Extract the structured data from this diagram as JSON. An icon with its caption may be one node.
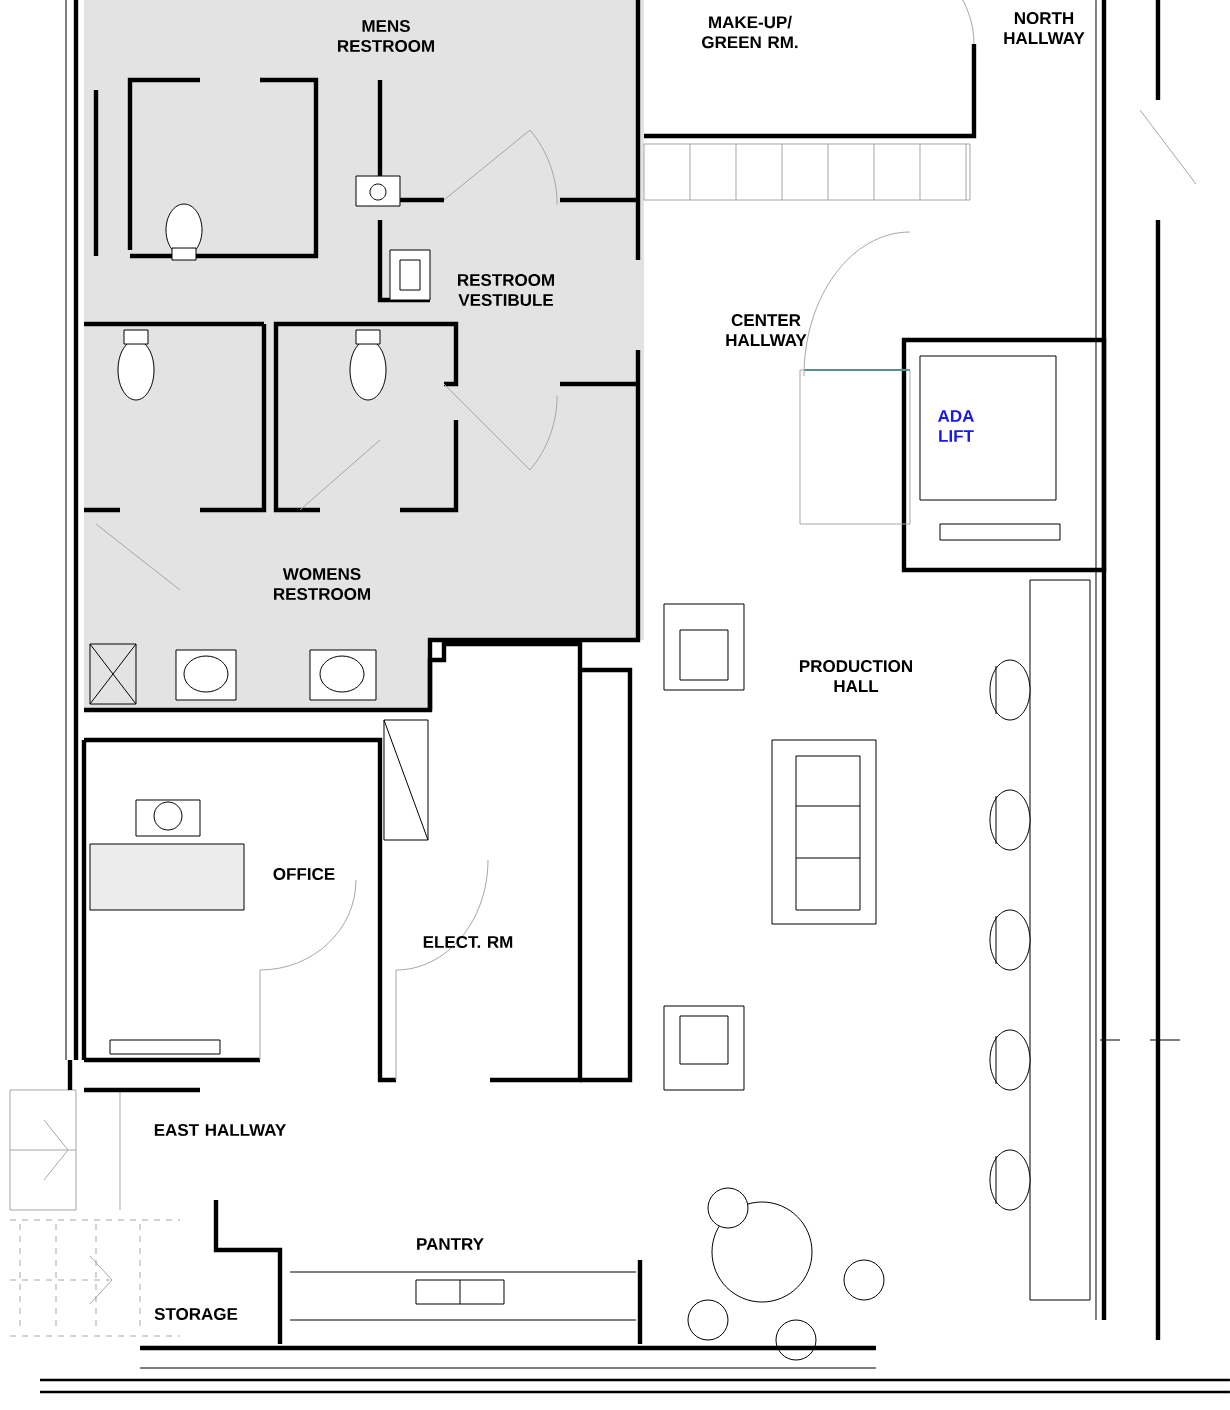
{
  "diagram": {
    "labels": [
      "MENS RESTROOM",
      "MAKE-UP/ GREEN RM.",
      "NORTH HALLWAY",
      "RESTROOM VESTIBULE",
      "CENTER HALLWAY",
      "ADA LIFT",
      "WOMENS RESTROOM",
      "PRODUCTION HALL",
      "OFFICE",
      "ELECT. RM",
      "EAST HALLWAY",
      "PANTRY",
      "STORAGE"
    ]
  }
}
